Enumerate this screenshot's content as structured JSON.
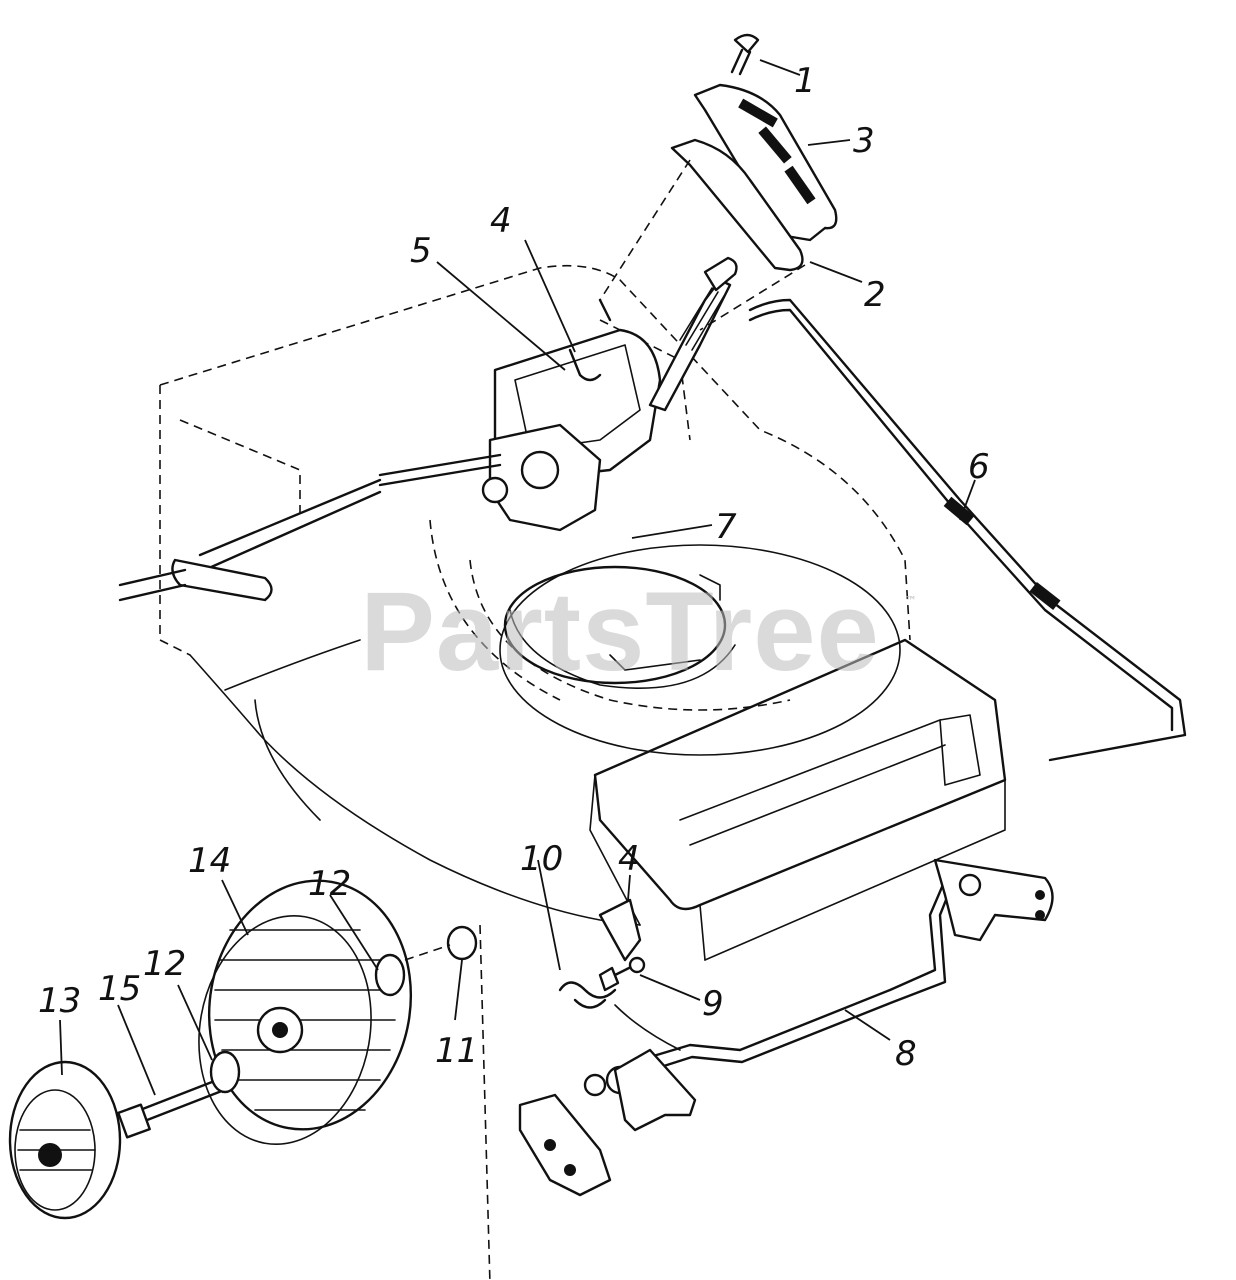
{
  "watermark": {
    "text": "PartsTree",
    "trademark": "™"
  },
  "callouts": [
    {
      "id": "c1",
      "label": "1"
    },
    {
      "id": "c3",
      "label": "3"
    },
    {
      "id": "c2",
      "label": "2"
    },
    {
      "id": "c5",
      "label": "5"
    },
    {
      "id": "c4a",
      "label": "4"
    },
    {
      "id": "c6",
      "label": "6"
    },
    {
      "id": "c7",
      "label": "7"
    },
    {
      "id": "c14",
      "label": "14"
    },
    {
      "id": "c12a",
      "label": "12"
    },
    {
      "id": "c12b",
      "label": "12"
    },
    {
      "id": "c13",
      "label": "13"
    },
    {
      "id": "c15",
      "label": "15"
    },
    {
      "id": "c11",
      "label": "11"
    },
    {
      "id": "c10",
      "label": "10"
    },
    {
      "id": "c4b",
      "label": "4"
    },
    {
      "id": "c9",
      "label": "9"
    },
    {
      "id": "c8",
      "label": "8"
    }
  ]
}
